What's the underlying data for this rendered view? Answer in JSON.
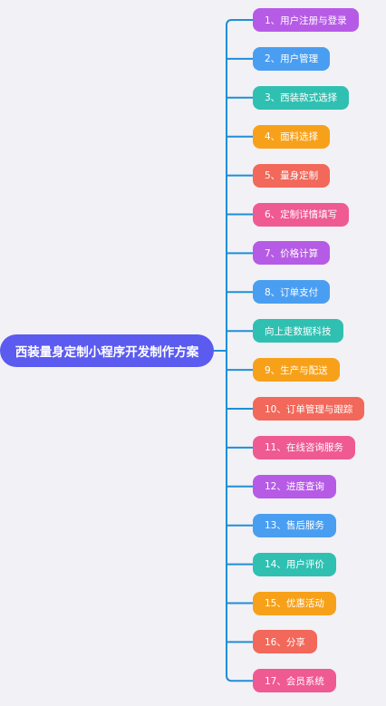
{
  "root": {
    "title": "西装量身定制小程序开发制作方案",
    "color": "#5b5bf0"
  },
  "connector_color": "#1e8fd8",
  "branches": [
    {
      "label": "1、用户注册与登录",
      "color": "#b65be6"
    },
    {
      "label": "2、用户管理",
      "color": "#4a9ef1"
    },
    {
      "label": "3、西装款式选择",
      "color": "#2fc0b2"
    },
    {
      "label": "4、面料选择",
      "color": "#f7a11a"
    },
    {
      "label": "5、量身定制",
      "color": "#f2685a"
    },
    {
      "label": "6、定制详情填写",
      "color": "#ef5a93"
    },
    {
      "label": "7、价格计算",
      "color": "#b65be6"
    },
    {
      "label": "8、订单支付",
      "color": "#4a9ef1"
    },
    {
      "label": "向上走数据科技",
      "color": "#2fc0b2"
    },
    {
      "label": "9、生产与配送",
      "color": "#f7a11a"
    },
    {
      "label": "10、订单管理与跟踪",
      "color": "#f2685a"
    },
    {
      "label": "11、在线咨询服务",
      "color": "#ef5a93"
    },
    {
      "label": "12、进度查询",
      "color": "#b65be6"
    },
    {
      "label": "13、售后服务",
      "color": "#4a9ef1"
    },
    {
      "label": "14、用户评价",
      "color": "#2fc0b2"
    },
    {
      "label": "15、优惠活动",
      "color": "#f7a11a"
    },
    {
      "label": "16、分享",
      "color": "#f2685a"
    },
    {
      "label": "17、会员系统",
      "color": "#ef5a93"
    }
  ]
}
